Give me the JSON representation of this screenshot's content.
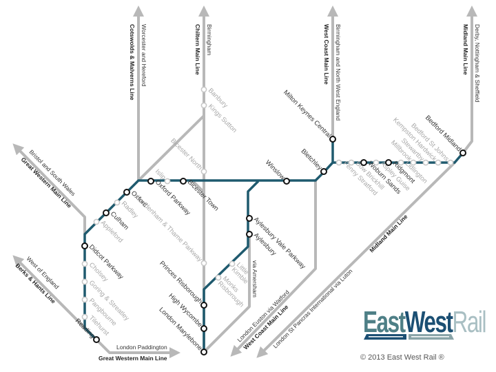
{
  "stations": [
    {
      "name": "Reading",
      "major": true
    },
    {
      "name": "Tilehurst",
      "major": false
    },
    {
      "name": "Pangbourne",
      "major": false
    },
    {
      "name": "Goring & Streatley",
      "major": false
    },
    {
      "name": "Cholsey",
      "major": false
    },
    {
      "name": "Didcot Parkway",
      "major": true
    },
    {
      "name": "Appleford",
      "major": false
    },
    {
      "name": "Culham",
      "major": true
    },
    {
      "name": "Radley",
      "major": false
    },
    {
      "name": "Oxford",
      "major": true
    },
    {
      "name": "Oxford Parkway",
      "major": true
    },
    {
      "name": "Islip",
      "major": false
    },
    {
      "name": "Bicester Town",
      "major": true
    },
    {
      "name": "Winslow",
      "major": true
    },
    {
      "name": "Bletchley",
      "major": true
    },
    {
      "name": "Milton Keynes Central",
      "major": true
    },
    {
      "name": "Fenny Stratford",
      "major": false
    },
    {
      "name": "Bow Brickhill",
      "major": false
    },
    {
      "name": "Woburn Sands",
      "major": true
    },
    {
      "name": "Aspley Guise",
      "major": false
    },
    {
      "name": "Ridgmont",
      "major": true
    },
    {
      "name": "Lidlington",
      "major": false
    },
    {
      "name": "Millbrook",
      "major": false
    },
    {
      "name": "Stewartby",
      "major": false
    },
    {
      "name": "Kempston Hardwick",
      "major": false
    },
    {
      "name": "Bedford St Johns",
      "major": false
    },
    {
      "name": "Bedford Midland",
      "major": true
    },
    {
      "name": "Banbury",
      "major": false
    },
    {
      "name": "Kings Sutton",
      "major": false
    },
    {
      "name": "Bicester North",
      "major": false
    },
    {
      "name": "Haddenham & Thame Parkway",
      "major": false
    },
    {
      "name": "Princes Risborough",
      "major": true
    },
    {
      "name": "High Wycombe",
      "major": true
    },
    {
      "name": "London Marylebone",
      "major": true
    },
    {
      "name": "Little Kimble",
      "major": false
    },
    {
      "name": "Monks Risborough",
      "major": false
    },
    {
      "name": "Aylesbury",
      "major": true
    },
    {
      "name": "Aylesbury Vale Parkway",
      "major": true
    }
  ],
  "line_labels": {
    "worcester_dest": "Worcester and Hereford",
    "cotswolds_line": "Cotswolds & Malverns Line",
    "chiltern_dest": "Birmingham",
    "chiltern_line": "Chiltern Main Line",
    "wcml_dest": "Birmingham and North West England",
    "wcml_line": "West Coast Main Line",
    "mml_dest": "Derby, Nottingham & Sheffield",
    "mml_line": "Midland Main Line",
    "gw_dest": "Bristol and South Wales",
    "gw_line": "Great Western Main Line",
    "bh_dest": "West of England",
    "bh_line": "Berks & Hants Line",
    "pad_dest": "London Paddington",
    "pad_line": "Great Western Main Line",
    "amersham": "via Amersham",
    "euston_dest": "London Euston via Watford",
    "euston_line": "West Coast Main Line",
    "stp_dest": "London St Pancras International via Luton",
    "stp_line": "Midland Main Line"
  },
  "logo": {
    "part1": "East",
    "part2": "West",
    "part3": "Rail"
  },
  "copyright": "© 2013 East West Rail ®",
  "colors": {
    "route": "#1f5a6e",
    "other_lines": "#b8b8b8",
    "logo_east": "#4e7f86",
    "logo_west": "#1b4f73",
    "logo_rail": "#a9bfc3"
  }
}
